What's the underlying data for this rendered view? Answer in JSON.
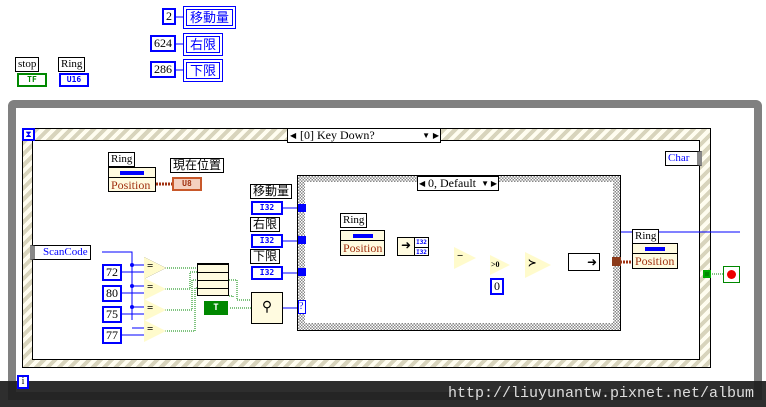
{
  "front": {
    "stop_label": "stop",
    "stop_type": "TF",
    "ring_label": "Ring",
    "ring_type": "U16",
    "constants": [
      {
        "value": "2",
        "label": "移動量"
      },
      {
        "value": "624",
        "label": "右限"
      },
      {
        "value": "286",
        "label": "下限"
      }
    ]
  },
  "event_structure": {
    "selector": "[0] Key Down?",
    "scancode": "ScanCode",
    "char": "Char"
  },
  "ring_read": {
    "label": "Ring",
    "property": "Position",
    "indicator_label": "現在位置",
    "indicator_type": "U8"
  },
  "key_constants": [
    "72",
    "80",
    "75",
    "77"
  ],
  "equal_symbol": "=",
  "bool_const": "T",
  "terminals": [
    {
      "label": "移動量",
      "type": "I32"
    },
    {
      "label": "右限",
      "type": "I32"
    },
    {
      "label": "下限",
      "type": "I32"
    }
  ],
  "case_structure": {
    "selector": "0, Default",
    "selector_tunnel": "?"
  },
  "inner": {
    "ring_label": "Ring",
    "property": "Position",
    "unbundle_type": "I32",
    "subtract": "−",
    "gt0": ">0",
    "zero_const": "0"
  },
  "ring_write": {
    "label": "Ring",
    "property": "Position"
  },
  "loop_index": "i",
  "watermark": "http://liuyunantw.pixnet.net/album"
}
